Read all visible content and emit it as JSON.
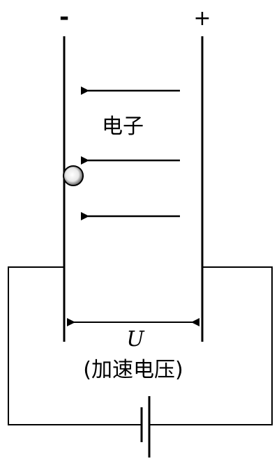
{
  "labels": {
    "negative_terminal": "-",
    "positive_terminal": "+",
    "particle": "电子",
    "voltage_symbol": "U",
    "voltage_description": "(加速电压)"
  },
  "colors": {
    "stroke": "#000000",
    "particle_fill_center": "#ffffff",
    "particle_fill_edge": "#444444",
    "background": "#ffffff"
  }
}
